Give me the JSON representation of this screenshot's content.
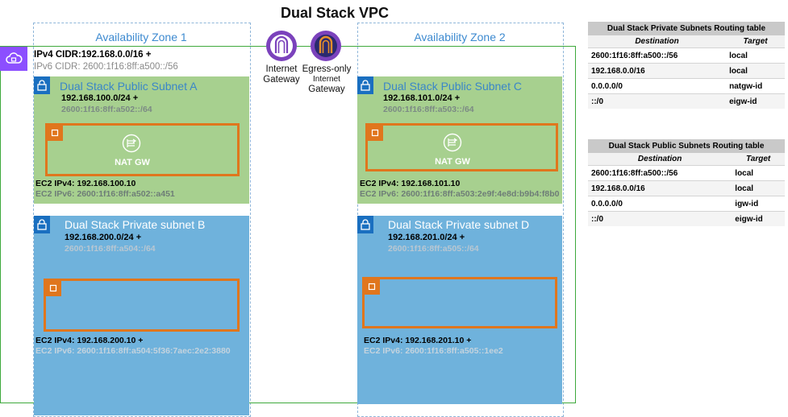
{
  "title": "Dual Stack VPC",
  "vpc": {
    "ipv4_cidr": "IPv4 CIDR:192.168.0.0/16 +",
    "ipv6_cidr": "IPv6 CIDR: 2600:1f16:8ff:a500::/56"
  },
  "availability_zones": [
    {
      "label": "Availability Zone 1"
    },
    {
      "label": "Availability Zone 2"
    }
  ],
  "gateways": {
    "internet": {
      "label_line1": "Internet",
      "label_line2": "Gateway"
    },
    "egress": {
      "label_line1": "Egress-only",
      "label_line2": "Internet",
      "label_line3": "Gateway"
    }
  },
  "subnets": {
    "a": {
      "name": "Dual Stack Public Subnet A",
      "ipv4": "192.168.100.0/24 +",
      "ipv6": "2600:1f16:8ff:a502::/64",
      "nat_label": "NAT GW",
      "ec2_ipv4": "EC2 IPv4: 192.168.100.10",
      "ec2_ipv6": "EC2 IPv6: 2600:1f16:8ff:a502::a451"
    },
    "c": {
      "name": "Dual Stack Public Subnet C",
      "ipv4": "192.168.101.0/24 +",
      "ipv6": "2600:1f16:8ff:a503::/64",
      "nat_label": "NAT GW",
      "ec2_ipv4": "EC2 IPv4: 192.168.101.10",
      "ec2_ipv6": "EC2 IPv6: 2600:1f16:8ff:a503:2e9f:4e8d:b9b4:f8b0"
    },
    "b": {
      "name": "Dual Stack Private subnet B",
      "ipv4": "192.168.200.0/24 +",
      "ipv6": "2600:1f16:8ff:a504::/64",
      "ec2_ipv4": "EC2 IPv4: 192.168.200.10 +",
      "ec2_ipv6": "EC2 IPv6: 2600:1f16:8ff:a504:5f36:7aec:2e2:3880"
    },
    "d": {
      "name": "Dual Stack Private subnet D",
      "ipv4": "192.168.201.0/24 +",
      "ipv6": "2600:1f16:8ff:a505::/64",
      "ec2_ipv4": "EC2 IPv4: 192.168.201.10 +",
      "ec2_ipv6": "EC2 IPv6: 2600:1f16:8ff:a505::1ee2"
    }
  },
  "private_routing_table": {
    "caption": "Dual Stack Private Subnets Routing table",
    "headers": {
      "destination": "Destination",
      "target": "Target"
    },
    "rows": [
      {
        "destination": "2600:1f16:8ff:a500::/56",
        "target": "local"
      },
      {
        "destination": "192.168.0.0/16",
        "target": "local"
      },
      {
        "destination": "0.0.0.0/0",
        "target": "natgw-id"
      },
      {
        "destination": "::/0",
        "target": "eigw-id"
      }
    ]
  },
  "public_routing_table": {
    "caption": "Dual Stack Public Subnets Routing table",
    "headers": {
      "destination": "Destination",
      "target": "Target"
    },
    "rows": [
      {
        "destination": "2600:1f16:8ff:a500::/56",
        "target": "local"
      },
      {
        "destination": "192.168.0.0/16",
        "target": "local"
      },
      {
        "destination": "0.0.0.0/0",
        "target": "igw-id"
      },
      {
        "destination": "::/0",
        "target": "eigw-id"
      }
    ]
  },
  "colors": {
    "public_subnet": "#a7d08f",
    "private_subnet": "#6fb2dc",
    "vpc_border": "#3ea93c",
    "ec2_border": "#e0761d",
    "gateway_purple": "#7b42bc",
    "vpc_icon": "#8c4fff"
  }
}
